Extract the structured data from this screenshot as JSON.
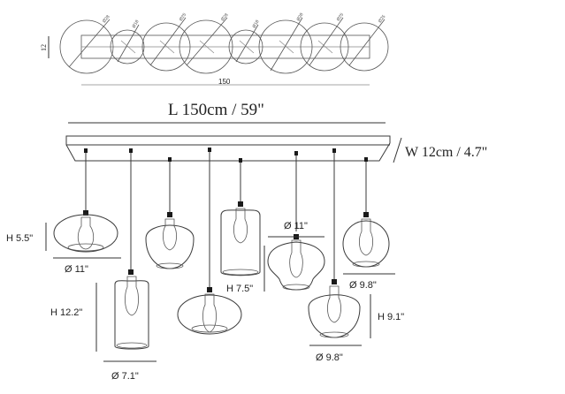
{
  "top_view": {
    "width_label": "12",
    "length_label": "150",
    "circle_labels": [
      "Ø28",
      "Ø18",
      "Ø25",
      "Ø28",
      "Ø18",
      "Ø28",
      "Ø25",
      "Ø25"
    ]
  },
  "length_dimension": "L 150cm / 59\"",
  "width_dimension": "W 12cm / 4.7\"",
  "pendants": [
    {
      "name": "flat-oval",
      "height": "H 5.5\"",
      "diameter": "Ø 11\""
    },
    {
      "name": "tall-cylinder",
      "height": "H 12.2\"",
      "diameter": "Ø 7.1\""
    },
    {
      "name": "apple",
      "height": "",
      "diameter": ""
    },
    {
      "name": "low-oval",
      "height": "",
      "diameter": ""
    },
    {
      "name": "cylinder",
      "height": "H 7.5\"",
      "diameter": ""
    },
    {
      "name": "bell",
      "height": "",
      "diameter": "Ø 11\""
    },
    {
      "name": "round-apple",
      "height": "H 9.1\"",
      "diameter": "Ø 9.8\""
    },
    {
      "name": "globe",
      "height": "",
      "diameter": "Ø 9.8\""
    }
  ],
  "colors": {
    "line": "#3a3a3a",
    "text": "#222222",
    "background": "#ffffff"
  }
}
